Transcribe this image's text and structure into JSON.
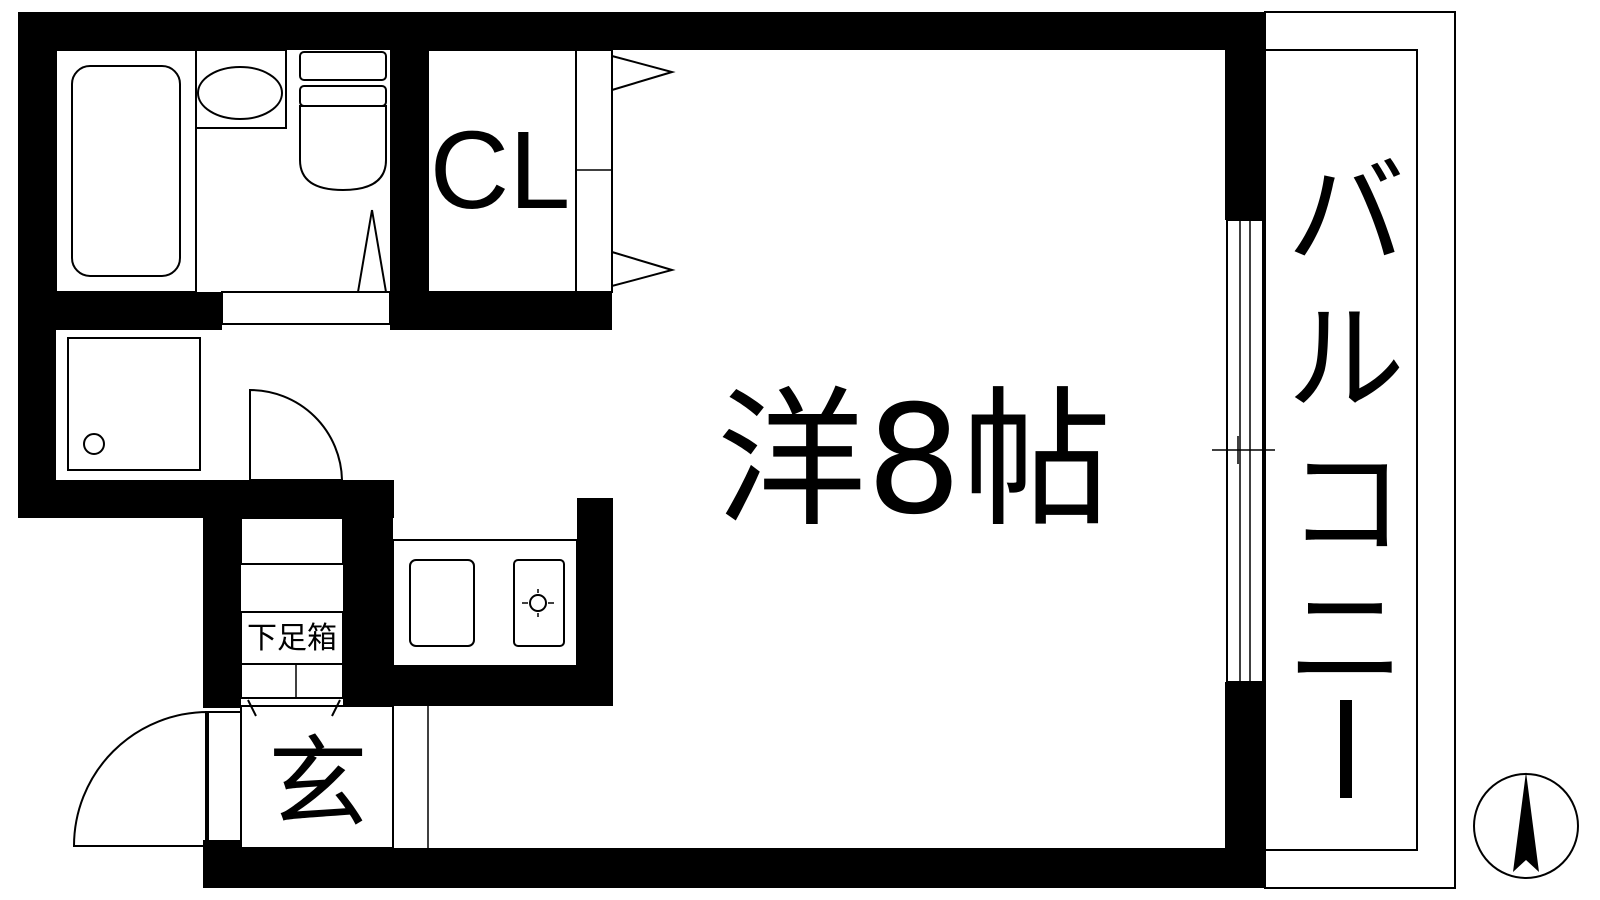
{
  "floorplan": {
    "rooms": {
      "main_room": "洋8帖",
      "closet": "CL",
      "shoe_box": "下足箱",
      "entrance": "玄",
      "balcony": [
        "バ",
        "ル",
        "コ",
        "ニ",
        "ー"
      ]
    },
    "icons": {
      "bathtub": "bathtub-icon",
      "washbasin": "washbasin-icon",
      "toilet": "toilet-icon",
      "washing_machine": "washing-machine-pan-icon",
      "sink": "kitchen-sink-icon",
      "stove": "stove-burner-icon",
      "north_arrow": "north-arrow-icon"
    },
    "colors": {
      "wall": "#000000",
      "background": "#ffffff"
    }
  }
}
